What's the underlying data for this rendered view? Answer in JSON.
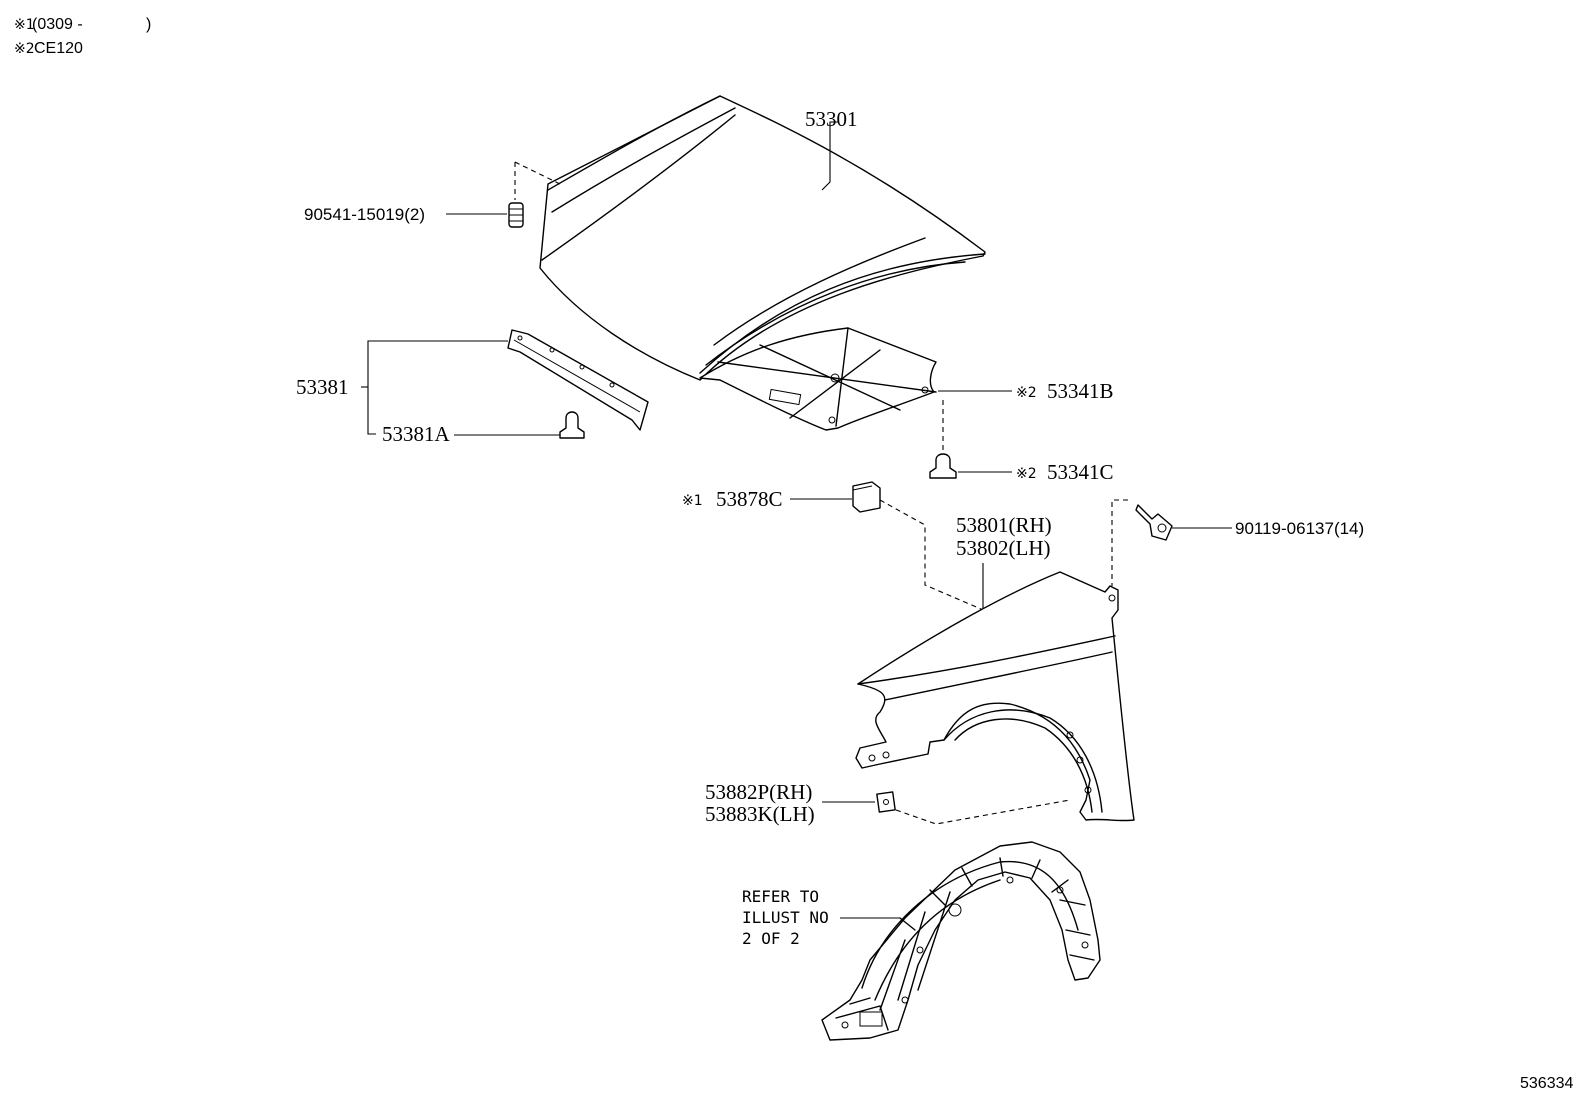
{
  "notes": [
    {
      "mark": "※1",
      "text": "(0309 -"
    },
    {
      "mark": "※2",
      "text": "CE120"
    }
  ],
  "note1_close": ")",
  "labels": {
    "hood": "53301",
    "stud": "90541-15019(2)",
    "hood_seal": "53381",
    "hood_seal_clip": "53381A",
    "insulator": "53341B",
    "insulator_clip": "53341C",
    "insulator_mark": "※2",
    "insulator_clip_mark": "※2",
    "fender_clip_mark": "※1",
    "fender_clip": "53878C",
    "fender_rh": "53801(RH)",
    "fender_lh": "53802(LH)",
    "bolt": "90119-06137(14)",
    "seal_rh": "53882P(RH)",
    "seal_lh": "53883K(LH)",
    "refer_line1": "REFER TO",
    "refer_line2": "ILLUST NO",
    "refer_line3": "2 OF 2"
  },
  "figure_number": "536334"
}
